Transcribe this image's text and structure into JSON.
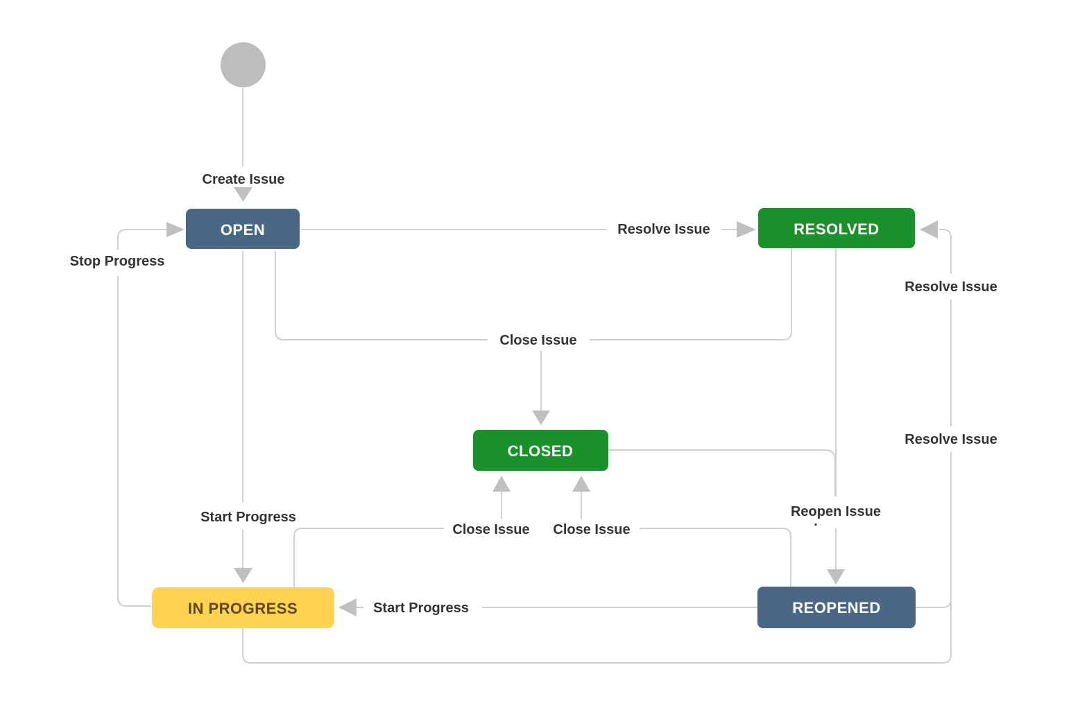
{
  "workflow": {
    "start_node": {
      "shape": "circle",
      "color": "#bdbdbd"
    },
    "statuses": {
      "open": {
        "label": "OPEN",
        "color": "#4a6785",
        "text_color": "#ffffff"
      },
      "resolved": {
        "label": "RESOLVED",
        "color": "#1b912b",
        "text_color": "#ffffff"
      },
      "closed": {
        "label": "CLOSED",
        "color": "#1b912b",
        "text_color": "#ffffff"
      },
      "in_progress": {
        "label": "IN PROGRESS",
        "color": "#ffd351",
        "text_color": "#5c4803"
      },
      "reopened": {
        "label": "REOPENED",
        "color": "#4a6785",
        "text_color": "#ffffff"
      }
    },
    "transitions": {
      "create_issue": {
        "label": "Create Issue",
        "from": "start",
        "to": "open"
      },
      "resolve_issue_top": {
        "label": "Resolve Issue",
        "from": "open",
        "to": "resolved"
      },
      "stop_progress": {
        "label": "Stop Progress",
        "from": "in_progress",
        "to": "open"
      },
      "start_progress_open": {
        "label": "Start Progress",
        "from": "open",
        "to": "in_progress"
      },
      "close_issue_mid": {
        "label": "Close Issue",
        "from": "open / resolved",
        "to": "closed"
      },
      "close_issue_left": {
        "label": "Close Issue",
        "from": "in_progress",
        "to": "closed"
      },
      "close_issue_right": {
        "label": "Close Issue",
        "from": "reopened",
        "to": "closed"
      },
      "reopen_issue": {
        "label": "Reopen Issue",
        "from": "resolved / closed",
        "to": "reopened",
        "dot": "."
      },
      "start_progress_reopened": {
        "label": "Start Progress",
        "from": "reopened",
        "to": "in_progress"
      },
      "resolve_issue_right_upper": {
        "label": "Resolve Issue",
        "from": "in_progress",
        "to": "resolved"
      },
      "resolve_issue_right_lower": {
        "label": "Resolve Issue",
        "from": "reopened",
        "to": "resolved"
      }
    }
  },
  "colors": {
    "line": "#cfcfcf",
    "arrowhead": "#c0c0c0",
    "edge_label_text": "#333333",
    "status_blue_gray": "#4a6785",
    "status_green": "#1b912b",
    "status_yellow": "#ffd351",
    "start_circle": "#bdbdbd",
    "background": "#ffffff"
  }
}
